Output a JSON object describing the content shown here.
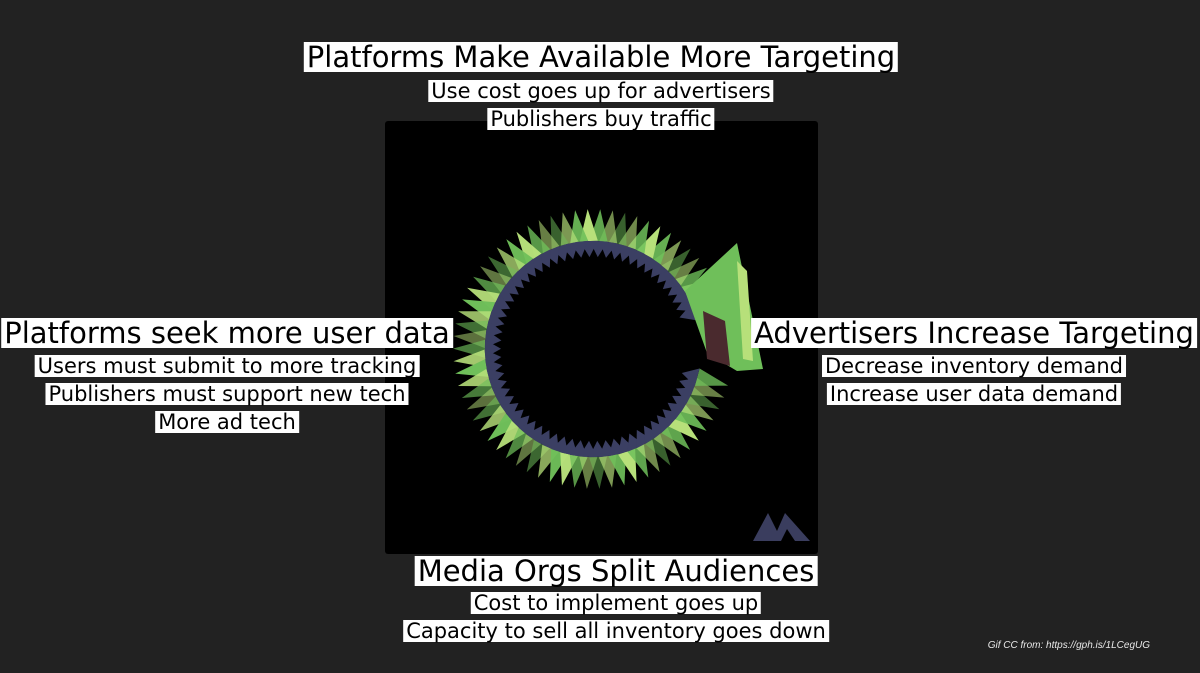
{
  "top": {
    "heading": "Platforms Make Available More Targeting",
    "lines": [
      "Use cost goes up for advertisers",
      "Publishers buy traffic"
    ]
  },
  "left": {
    "heading": "Platforms seek more user data",
    "lines": [
      "Users must submit to more tracking",
      "Publishers must support new tech",
      "More ad tech"
    ]
  },
  "right": {
    "heading": "Advertisers Increase Targeting",
    "lines": [
      "Decrease inventory demand",
      "Increase user data demand"
    ]
  },
  "bottom": {
    "heading": "Media Orgs Split Audiences",
    "lines": [
      "Cost to implement goes up",
      "Capacity to sell all inventory goes down"
    ]
  },
  "credit": "Gif CC from: https://gph.is/1LCegUG",
  "colors": {
    "background": "#222222",
    "label_bg": "#ffffff",
    "gif_bg": "#000000",
    "snake_green": "#6fbf5a",
    "snake_light": "#b7e07a",
    "snake_dark": "#3b3f63"
  }
}
